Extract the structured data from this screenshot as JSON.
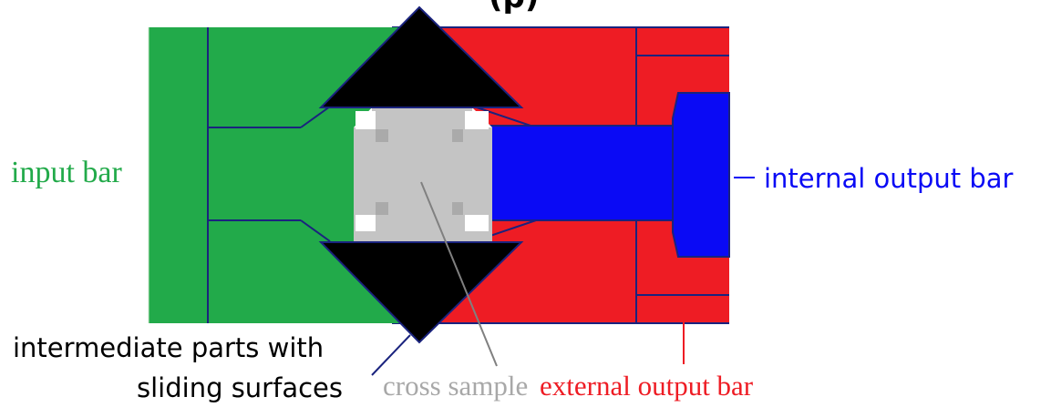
{
  "header_text_fragment": "(p)",
  "labels": {
    "input_bar": "input bar",
    "internal_output_bar": "internal output bar",
    "intermediate_line1": "intermediate parts with",
    "intermediate_line2": "sliding surfaces",
    "cross_sample": "cross sample",
    "external_output_bar": "external output bar"
  },
  "colors": {
    "input_bar": "#22aa4a",
    "external_output_bar": "#ee1c24",
    "internal_output_bar": "#0a0af5",
    "cross_sample": "#c4c4c4",
    "intermediate_parts": "#000000",
    "outline": "#1a237e",
    "leader_gray": "#808080"
  }
}
